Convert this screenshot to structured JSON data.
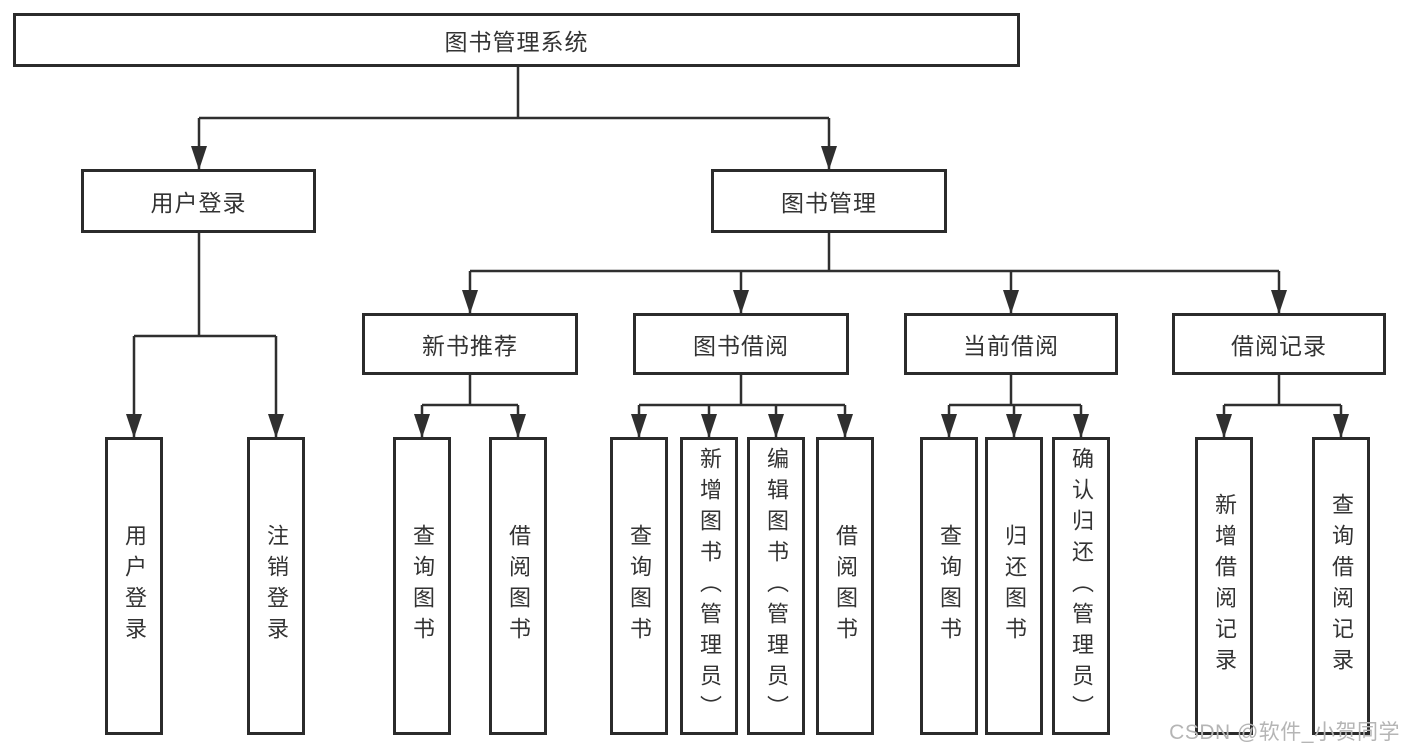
{
  "colors": {
    "line": "#2f2f2f",
    "box_border": "#2b2b2b",
    "text": "#333333",
    "watermark": "#b5b5b5",
    "background": "#ffffff"
  },
  "watermark": {
    "text": "CSDN @软件_小贺同学"
  },
  "diagram": {
    "root": {
      "label": "图书管理系统"
    },
    "branches": [
      {
        "label": "用户登录",
        "children": [
          {
            "label": "用户登录"
          },
          {
            "label": "注销登录"
          }
        ]
      },
      {
        "label": "图书管理",
        "children": [
          {
            "label": "新书推荐",
            "children": [
              {
                "label": "查询图书"
              },
              {
                "label": "借阅图书"
              }
            ]
          },
          {
            "label": "图书借阅",
            "children": [
              {
                "label": "查询图书"
              },
              {
                "label": "新增图书（管理员）"
              },
              {
                "label": "编辑图书（管理员）"
              },
              {
                "label": "借阅图书"
              }
            ]
          },
          {
            "label": "当前借阅",
            "children": [
              {
                "label": "查询图书"
              },
              {
                "label": "归还图书"
              },
              {
                "label": "确认归还（管理员）"
              }
            ]
          },
          {
            "label": "借阅记录",
            "children": [
              {
                "label": "新增借阅记录"
              },
              {
                "label": "查询借阅记录"
              }
            ]
          }
        ]
      }
    ]
  }
}
